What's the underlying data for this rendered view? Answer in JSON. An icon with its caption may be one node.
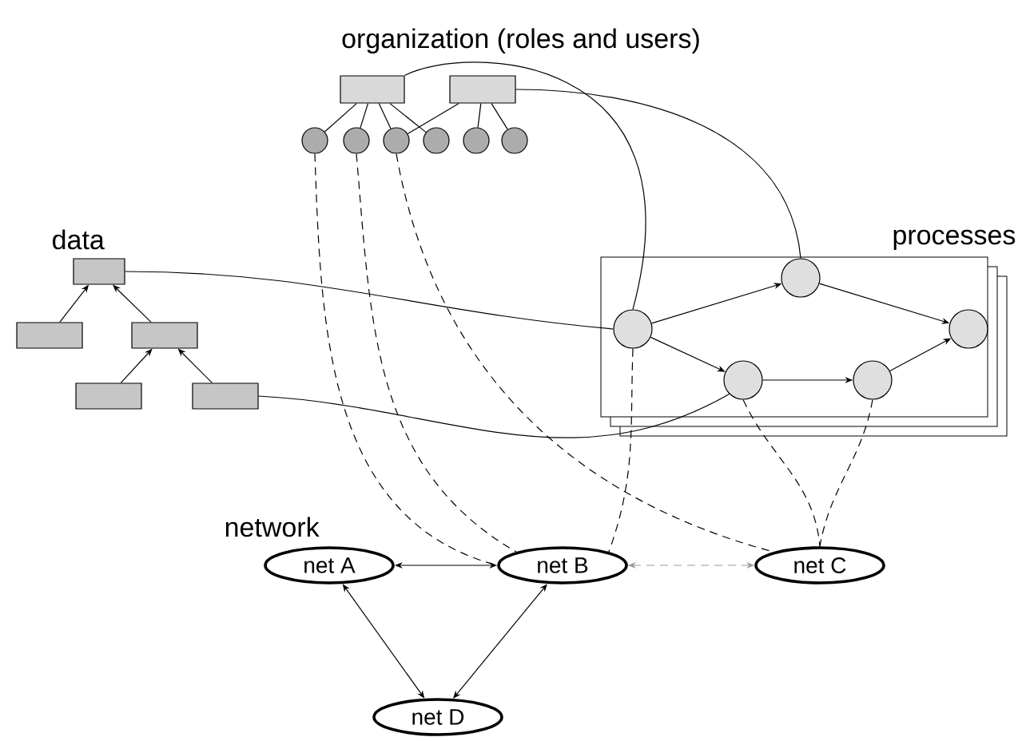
{
  "diagram": {
    "nodes": [
      {
        "text": [
          "processes"
        ]
      },
      {
        "text": [],
        "shape": "box"
      },
      {
        "text": [],
        "shape": "box"
      },
      {
        "text": [],
        "shape": "circle"
      },
      {
        "text": [],
        "shape": "circle"
      },
      {
        "text": [],
        "shape": "circle"
      },
      {
        "text": [],
        "shape": "circle"
      },
      {
        "text": [],
        "shape": "circle"
      },
      {
        "text": [],
        "shape": "circle"
      },
      {
        "text": [],
        "shape": "box"
      },
      {
        "text": [],
        "shape": "box"
      },
      {
        "text": [],
        "shape": "box"
      },
      {
        "text": [],
        "shape": "box"
      },
      {
        "text": [],
        "shape": "box"
      },
      {
        "text": [],
        "shape": "circle",
        "in": 0
      },
      {
        "text": [],
        "shape": "circle",
        "in": 0
      },
      {
        "text": [],
        "shape": "circle",
        "in": 0
      },
      {
        "text": [],
        "shape": "circle",
        "in": 0
      },
      {
        "text": [],
        "shape": "circle",
        "in": 0
      },
      {
        "text": [
          "net A"
        ]
      },
      {
        "text": [
          "net B"
        ]
      },
      {
        "text": [
          "net C"
        ]
      },
      {
        "text": [
          "net D"
        ]
      }
    ],
    "edges": [
      {
        "from": 1,
        "to": 3,
        "arrow": "none"
      },
      {
        "from": 1,
        "to": 4,
        "arrow": "none"
      },
      {
        "from": 1,
        "to": 5,
        "arrow": "none"
      },
      {
        "from": 1,
        "to": 6,
        "arrow": "none"
      },
      {
        "from": 2,
        "to": 5,
        "arrow": "none"
      },
      {
        "from": 2,
        "to": 7,
        "arrow": "none"
      },
      {
        "from": 2,
        "to": 8,
        "arrow": "none"
      },
      {
        "from": 10,
        "to": 9,
        "arrow": "to"
      },
      {
        "from": 11,
        "to": 9,
        "arrow": "to"
      },
      {
        "from": 12,
        "to": 11,
        "arrow": "to"
      },
      {
        "from": 13,
        "to": 11,
        "arrow": "to"
      },
      {
        "from": 14,
        "to": 15,
        "arrow": "to"
      },
      {
        "from": 14,
        "to": 16,
        "arrow": "to"
      },
      {
        "from": 16,
        "to": 17,
        "arrow": "to"
      },
      {
        "from": 17,
        "to": 18,
        "arrow": "to"
      },
      {
        "from": 15,
        "to": 18,
        "arrow": "to"
      },
      {
        "from": 19,
        "to": 20,
        "arrow": "both"
      },
      {
        "from": 20,
        "to": 21,
        "arrow": "both",
        "style": "dashed",
        "color": "#999999"
      },
      {
        "from": 19,
        "to": 22,
        "arrow": "both"
      },
      {
        "from": 20,
        "to": 22,
        "arrow": "both"
      },
      {
        "from": 1,
        "to": 14,
        "arrow": "none"
      },
      {
        "from": 2,
        "to": 15,
        "arrow": "none"
      },
      {
        "from": 9,
        "to": 14,
        "arrow": "none"
      },
      {
        "from": 13,
        "to": 16,
        "arrow": "none"
      },
      {
        "from": 3,
        "to": 20,
        "arrow": "none",
        "style": "dashed"
      },
      {
        "from": 4,
        "to": 20,
        "arrow": "none",
        "style": "dashed"
      },
      {
        "from": 5,
        "to": 21,
        "arrow": "none",
        "style": "dashed"
      },
      {
        "from": 14,
        "to": 20,
        "arrow": "none",
        "style": "dashed"
      },
      {
        "from": 16,
        "to": 21,
        "arrow": "none",
        "style": "dashed"
      },
      {
        "from": 17,
        "to": 21,
        "arrow": "none",
        "style": "dashed"
      }
    ],
    "labels": [
      "organization (roles and users)",
      "data",
      "network"
    ]
  }
}
